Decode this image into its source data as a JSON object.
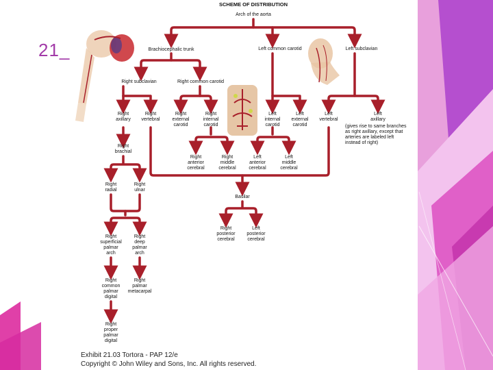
{
  "slide": {
    "number": "21_"
  },
  "colors": {
    "artery": "#a81f2a",
    "pink": "#e040a8",
    "purple": "#8a3ab9",
    "magenta": "#d62ba0"
  },
  "diagram": {
    "title": "SCHEME OF DISTRIBUTION",
    "arch": "Arch of the aorta",
    "brachiocephalic": "Brachiocephalic trunk",
    "left_common_carotid": "Left common carotid",
    "left_subclavian": "Left subclavian",
    "right_subclavian": "Right subclavian",
    "right_common_carotid": "Right common carotid",
    "right_axillary": "Right\naxillary",
    "right_vertebral": "Right\nvertebral",
    "right_external_carotid": "Right\nexternal\ncarotid",
    "right_internal_carotid": "Right\ninternal\ncarotid",
    "left_internal_carotid": "Left\ninternal\ncarotid",
    "left_external_carotid": "Left\nexternal\ncarotid",
    "left_vertebral": "Left\nvertebral",
    "left_axillary": "Left\naxillary",
    "left_axillary_note": "(gives rise to same branches\nas right axillary, except that\narteries are labeled left\ninstead of right)",
    "right_brachial": "Right\nbrachial",
    "right_anterior_cerebral": "Right\nanterior\ncerebral",
    "right_middle_cerebral": "Right\nmiddle\ncerebral",
    "left_anterior_cerebral": "Left\nanterior\ncerebral",
    "left_middle_cerebral": "Left\nmiddle\ncerebral",
    "right_radial": "Right\nradial",
    "right_ulnar": "Right\nulnar",
    "basilar": "Basilar",
    "right_posterior_cerebral": "Right\nposterior\ncerebral",
    "left_posterior_cerebral": "Left\nposterior\ncerebral",
    "right_superficial_palmar_arch": "Right\nsuperficial\npalmar\narch",
    "right_deep_palmar_arch": "Right\ndeep\npalmar\narch",
    "right_common_palmar_digital": "Right\ncommon\npalmar\ndigital",
    "right_palmar_metacarpal": "Right\npalmar\nmetacarpal",
    "right_proper_palmar_digital": "Right\nproper\npalmar\ndigital"
  },
  "caption": {
    "line1": "Exhibit 21.03  Tortora - PAP 12/e",
    "line2": "Copyright © John Wiley and Sons, Inc. All rights reserved."
  }
}
